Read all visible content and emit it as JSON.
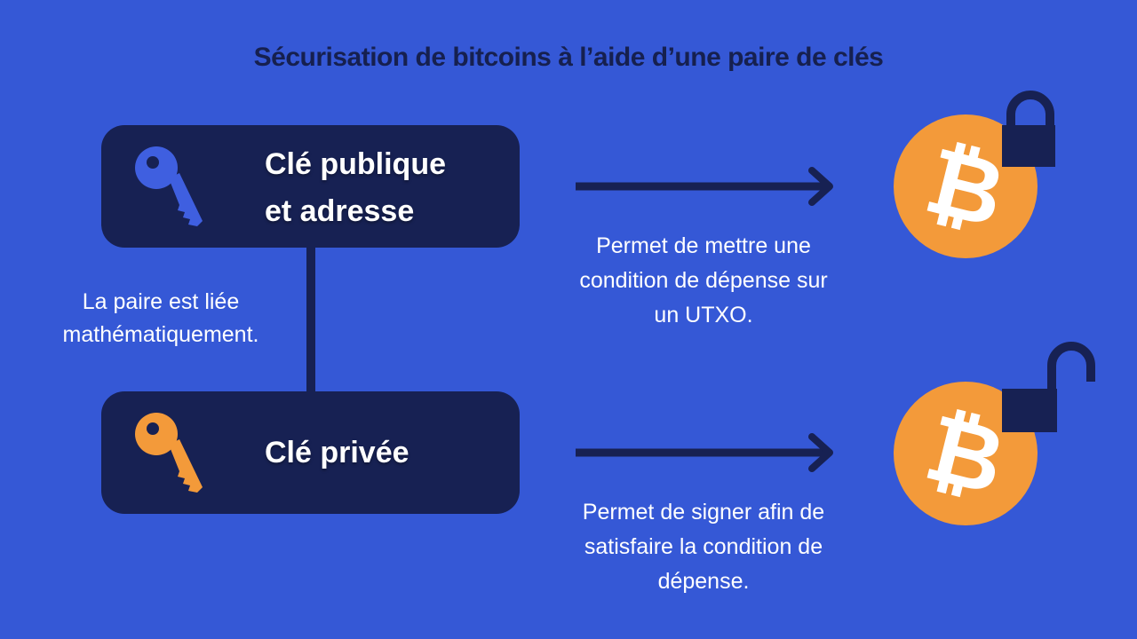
{
  "title": "Sécurisation de bitcoins à l’aide d’une paire de clés",
  "public_key": {
    "label_line1": "Clé publique",
    "label_line2": "et adresse",
    "icon": "key-icon",
    "icon_color": "#3f5fe0",
    "description": [
      "Permet de mettre une",
      "condition de dépense sur",
      "un UTXO."
    ],
    "lock_state": "locked"
  },
  "link_note": [
    "La paire est liée",
    "mathématiquement."
  ],
  "private_key": {
    "label": "Clé privée",
    "icon": "key-icon",
    "icon_color": "#f39a3a",
    "description": [
      "Permet de signer afin de",
      "satisfaire la condition de",
      "dépense."
    ],
    "lock_state": "unlocked"
  },
  "colors": {
    "background": "#3558d6",
    "box": "#172153",
    "bitcoin": "#f39a3a",
    "title": "#16204f"
  }
}
